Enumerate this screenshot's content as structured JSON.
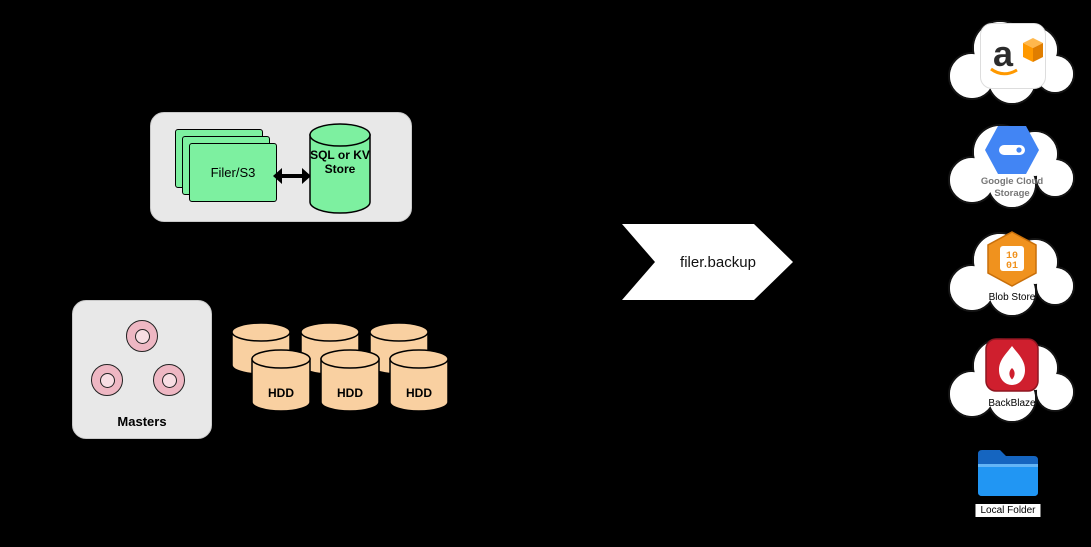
{
  "colors": {
    "background": "#000000",
    "panel_gray": "#e8e8e8",
    "filer_green": "#7df0a0",
    "master_pink": "#eeb7c3",
    "hdd_tan": "#f9d0a1",
    "cloud_white": "#ffffff",
    "aws_orange": "#ff9900",
    "google_blue": "#4285f4",
    "blob_orange": "#f0921e",
    "backblaze_red": "#cf1f2e",
    "folder_blue": "#2196f3"
  },
  "filer_cluster": {
    "filer_label": "Filer/S3",
    "store_label": "SQL or KV Store"
  },
  "master_cluster": {
    "label": "Masters"
  },
  "volume_cluster": {
    "hdd_labels": [
      "HDD",
      "HDD",
      "HDD"
    ]
  },
  "backup_flow": {
    "label": "filer.backup"
  },
  "destinations": {
    "aws_s3": {
      "icon_letter": "a"
    },
    "google_cloud_storage": {
      "label": "Google Cloud Storage"
    },
    "blob_store": {
      "label": "Blob Store",
      "binary_top": "10",
      "binary_bottom": "01"
    },
    "backblaze": {
      "label": "BackBlaze"
    },
    "local_folder": {
      "label": "Local Folder"
    }
  }
}
